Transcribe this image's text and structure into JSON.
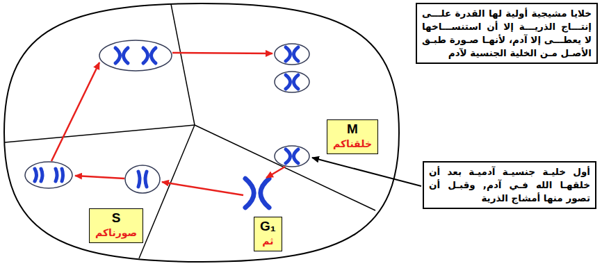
{
  "diagram": {
    "nodes": [
      {
        "text": [
          "خلايا مشيجية أولية لها القدرة علـــى إنتـــاج الذريـــة إلا أن استنســـاخها لا يعطـــى إلا آدم، لأنهـا صـورة طبـق الأصـل مـن الخلية الجنسية لآدم"
        ]
      },
      {
        "text": [
          "أول خليـة جنسيـة آدميـة بعد أن خلقهـا الله فـي آدم, وقبـل أن تصور منها أمشاج الذرية"
        ]
      },
      {
        "text": [
          "M",
          "خلقناكم"
        ]
      },
      {
        "text": [
          "G₁",
          "ثم"
        ]
      },
      {
        "text": [
          "S",
          "صورناكم"
        ]
      }
    ]
  }
}
